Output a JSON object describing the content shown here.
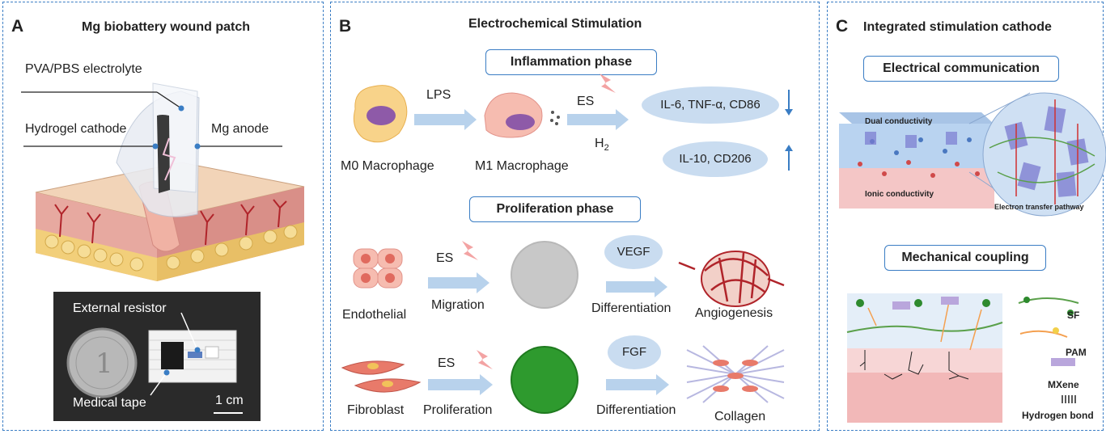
{
  "panelA": {
    "letter": "A",
    "title": "Mg biobattery wound patch",
    "labels": {
      "electrolyte": "PVA/PBS electrolyte",
      "cathode": "Hydrogel cathode",
      "anode": "Mg anode"
    },
    "photo": {
      "resistor": "External resistor",
      "tape": "Medical tape",
      "scale": "1 cm"
    }
  },
  "panelB": {
    "letter": "B",
    "title": "Electrochemical Stimulation",
    "inflammation": {
      "phase": "Inflammation phase",
      "m0": "M0 Macrophage",
      "lps": "LPS",
      "m1": "M1 Macrophage",
      "es": "ES",
      "h2": "H",
      "h2_sub": "2",
      "down_markers": "IL-6, TNF-α, CD86",
      "up_markers": "IL-10, CD206"
    },
    "proliferation": {
      "phase": "Proliferation phase",
      "endothelial": "Endothelial",
      "es1": "ES",
      "migration": "Migration",
      "vegf": "VEGF",
      "diff1": "Differentiation",
      "angiogenesis": "Angiogenesis",
      "fibroblast": "Fibroblast",
      "es2": "ES",
      "proliferation": "Proliferation",
      "fgf": "FGF",
      "diff2": "Differentiation",
      "collagen": "Collagen"
    }
  },
  "panelC": {
    "letter": "C",
    "title": "Integrated stimulation cathode",
    "electrical": "Electrical communication",
    "dual": "Dual conductivity",
    "ionic": "Ionic conductivity",
    "pathway": "Electron transfer pathway",
    "mechanical": "Mechanical coupling",
    "legend": {
      "sf": "SF",
      "pam": "PAM",
      "mxene": "MXene",
      "hbond": "Hydrogen bond"
    }
  },
  "colors": {
    "frame": "#3a7dc4",
    "arrow": "#b8d2ec",
    "ellipse": "#c9dcf0",
    "nucleus": "#8e5aa8",
    "green": "#2e9a2e"
  }
}
